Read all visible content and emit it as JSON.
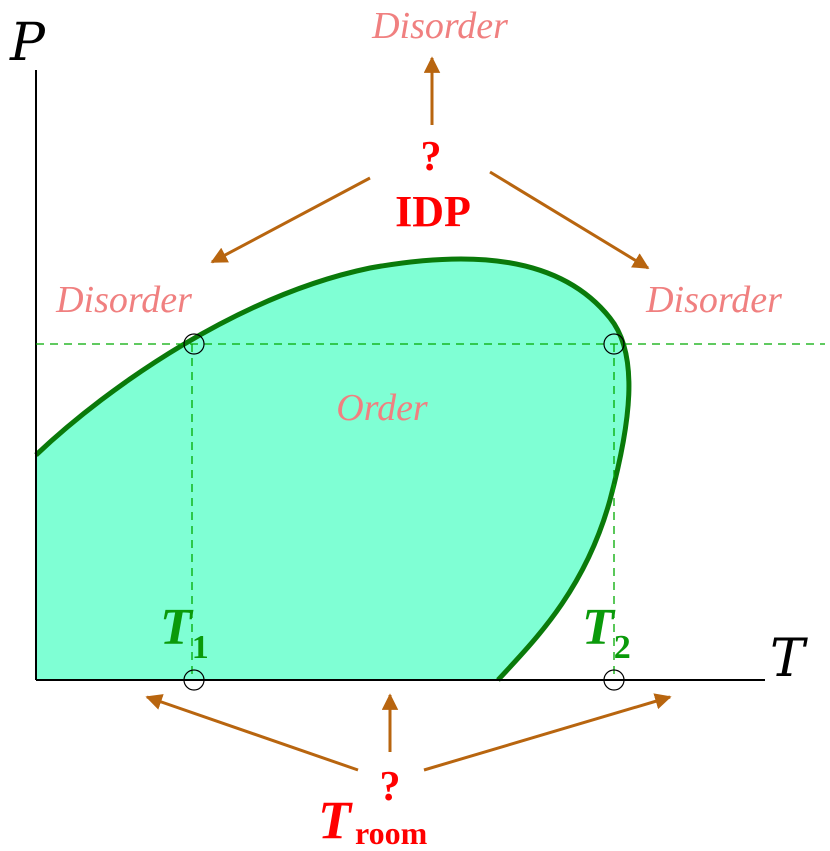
{
  "colors": {
    "order_fill": "#7fffd4",
    "boundary": "#0a7a0a",
    "phase_text": "#f08080",
    "temperature_text": "#0a9a0a",
    "question_text": "#ff0000",
    "arrow": "#b8650f",
    "guide_line": "#00aa00",
    "axis": "#000000"
  },
  "axes": {
    "y_label": "P",
    "x_label": "T"
  },
  "regions": {
    "disorder_top": "Disorder",
    "disorder_left": "Disorder",
    "disorder_right": "Disorder",
    "order": "Order"
  },
  "temperatures": {
    "t1_main": "T",
    "t1_sub": "1",
    "t2_main": "T",
    "t2_sub": "2"
  },
  "top_node": {
    "question": "?",
    "label": "IDP"
  },
  "bottom_node": {
    "question": "?",
    "main": "T",
    "sub": "room"
  }
}
